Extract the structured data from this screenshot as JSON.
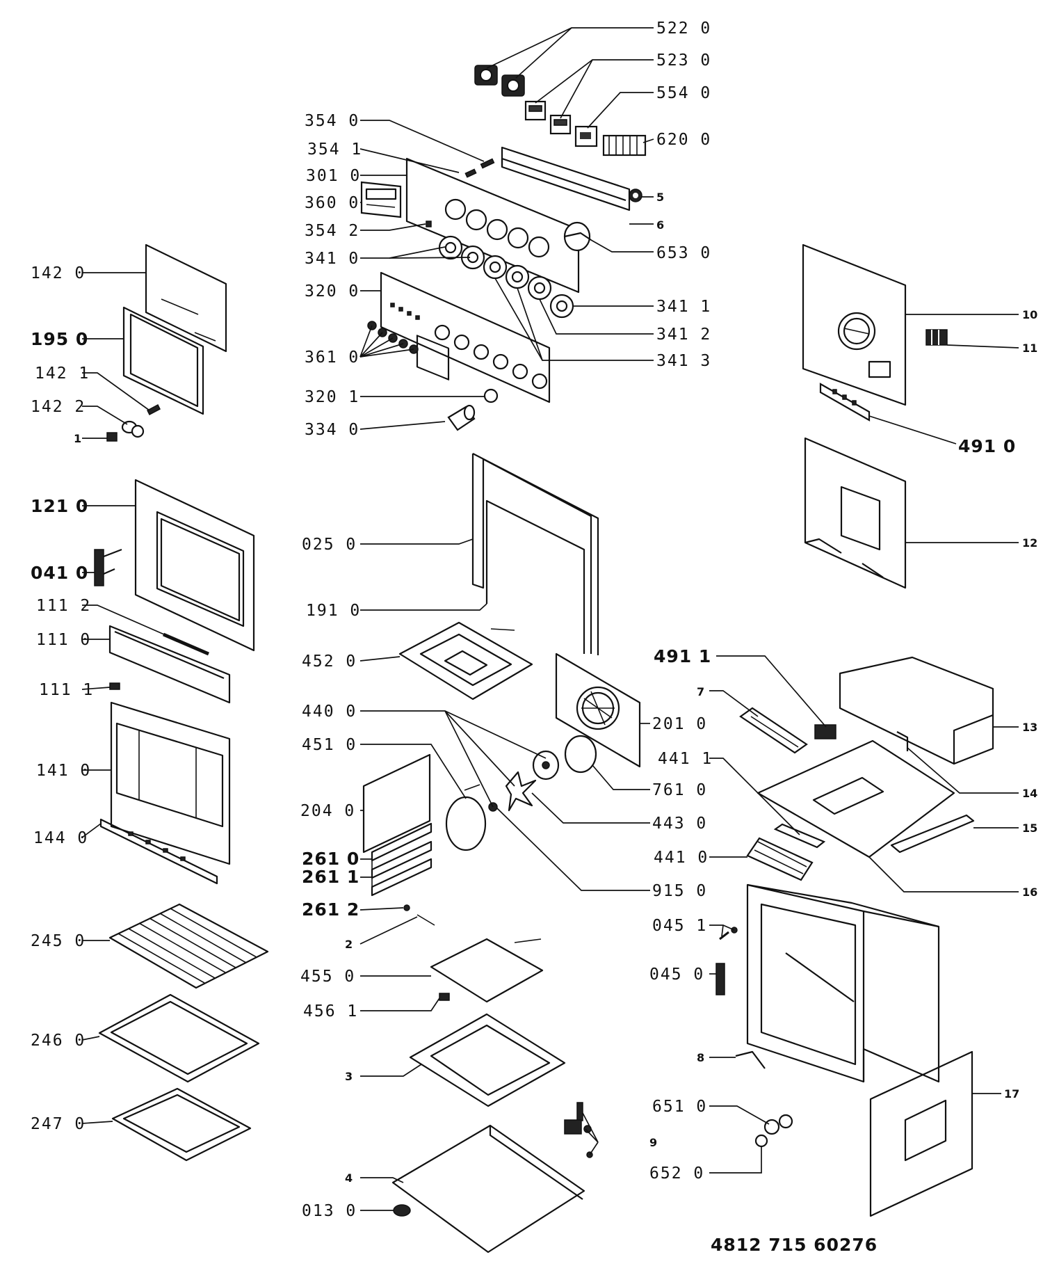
{
  "document_number": "4812 715 60276",
  "labels": {
    "l522_0": "522 0",
    "l523_0": "523 0",
    "l554_0": "554 0",
    "l620_0": "620 0",
    "l354_0": "354 0",
    "l354_1": "354 1",
    "l301_0": "301 0",
    "l360_0": "360 0",
    "l354_2": "354 2",
    "l341_0": "341 0",
    "l320_0": "320 0",
    "l361_0": "361 0",
    "l320_1": "320 1",
    "l334_0": "334 0",
    "l5": "5",
    "l6": "6",
    "l653_0": "653 0",
    "l341_1": "341 1",
    "l341_2": "341 2",
    "l341_3": "341 3",
    "l142_0": "142 0",
    "l195_0": "195 0",
    "l142_1": "142 1",
    "l142_2": "142 2",
    "l1": "1",
    "l121_0": "121 0",
    "l041_0": "041 0",
    "l111_2": "111 2",
    "l111_0": "111 0",
    "l111_1": "111 1",
    "l141_0": "141 0",
    "l144_0": "144 0",
    "l245_0": "245 0",
    "l246_0": "246 0",
    "l247_0": "247 0",
    "l025_0": "025 0",
    "l191_0": "191 0",
    "l452_0": "452 0",
    "l440_0": "440 0",
    "l451_0": "451 0",
    "l204_0": "204 0",
    "l261_0": "261 0",
    "l261_1": "261 1",
    "l261_2": "261 2",
    "l2": "2",
    "l455_0": "455 0",
    "l456_1": "456 1",
    "l3": "3",
    "l4": "4",
    "l013_0": "013 0",
    "l201_0": "201 0",
    "l761_0": "761 0",
    "l443_0": "443 0",
    "l915_0": "915 0",
    "l10": "10",
    "l11": "11",
    "l491_0": "491 0",
    "l12": "12",
    "l491_1": "491 1",
    "l7": "7",
    "l13": "13",
    "l441_1": "441 1",
    "l14": "14",
    "l15": "15",
    "l441_0": "441 0",
    "l16": "16",
    "l045_1": "045 1",
    "l045_0": "045 0",
    "l8": "8",
    "l651_0": "651 0",
    "l652_0": "652 0",
    "l9": "9",
    "l17": "17"
  }
}
